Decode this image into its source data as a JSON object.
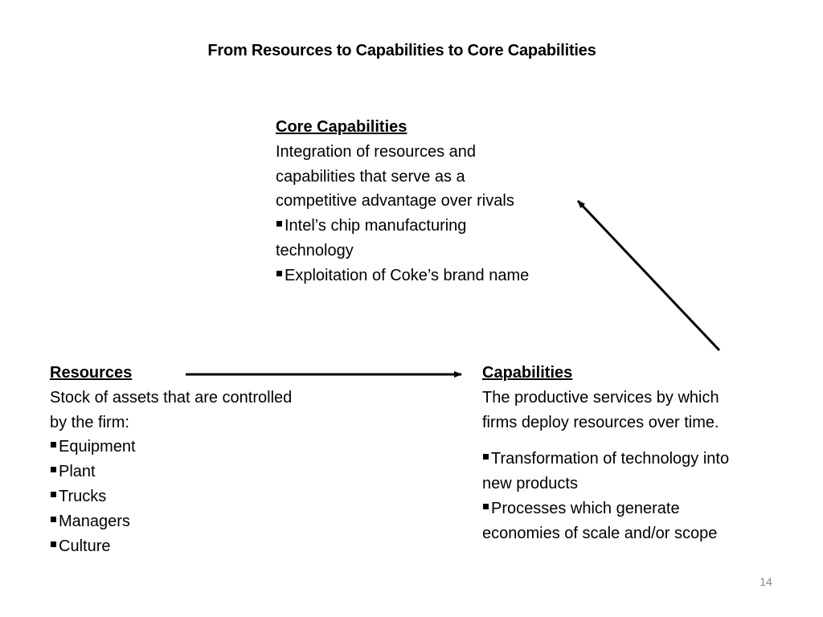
{
  "slide": {
    "title": "From Resources to Capabilities to Core Capabilities",
    "page_number": "14"
  },
  "core": {
    "heading": "Core Capabilities",
    "desc_lines": [
      "Integration of resources and",
      "capabilities that serve as a",
      "competitive advantage over rivals"
    ],
    "bullets": [
      [
        "Intel’s chip manufacturing",
        "technology"
      ],
      [
        "Exploitation of Coke’s brand name"
      ]
    ]
  },
  "resources": {
    "heading": "Resources",
    "desc_lines": [
      "Stock of assets that are controlled",
      "by the firm:"
    ],
    "bullets": [
      "Equipment",
      "Plant",
      "Trucks",
      "Managers",
      "Culture"
    ]
  },
  "capabilities": {
    "heading": "Capabilities",
    "desc_lines": [
      "The productive services by which",
      "firms deploy resources over time."
    ],
    "bullets": [
      [
        "Transformation of technology into",
        "new products"
      ],
      [
        "Processes which generate",
        "economies of scale and/or scope"
      ]
    ]
  },
  "icons": {
    "bullet": "square-bullet-icon",
    "arrow_resources_to_capabilities": "arrow-right-icon",
    "arrow_capabilities_to_core": "arrow-up-left-icon"
  }
}
